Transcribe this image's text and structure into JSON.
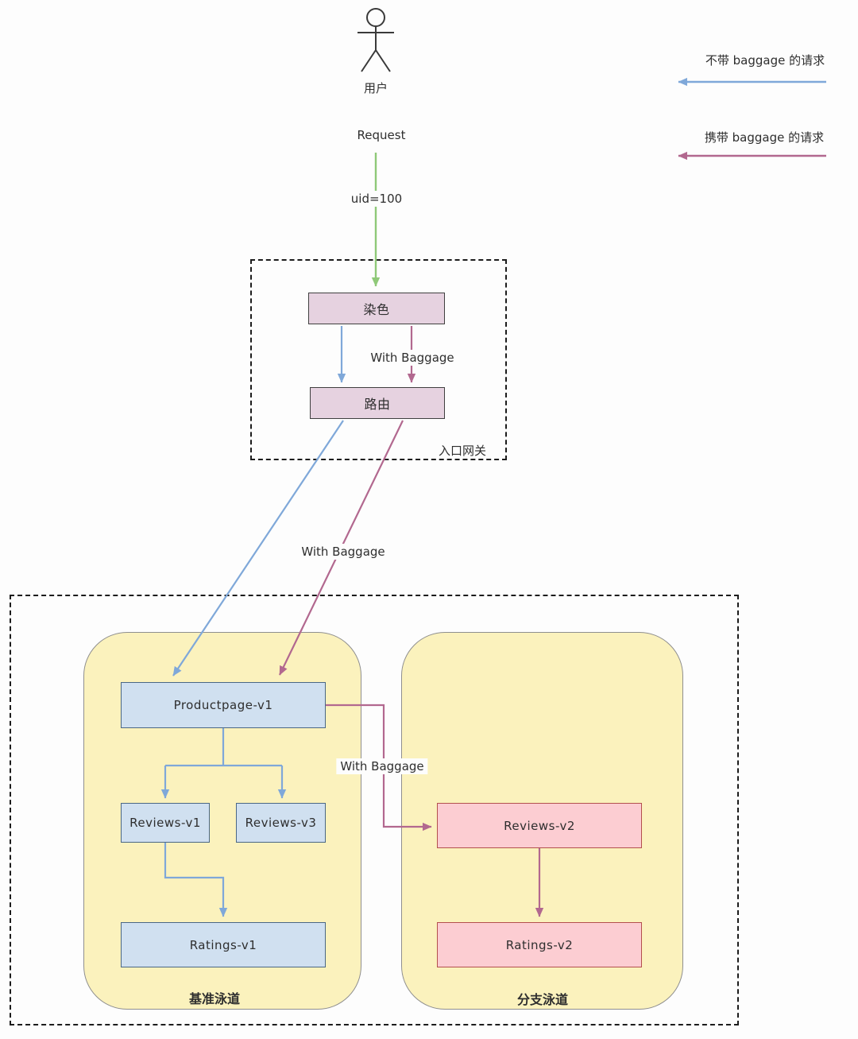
{
  "actor": {
    "label": "用户"
  },
  "request": {
    "label": "Request",
    "param": "uid=100"
  },
  "legend": {
    "no_baggage_label": "不带 baggage 的请求",
    "with_baggage_label": "携带 baggage 的请求"
  },
  "gateway": {
    "title": "入口网关",
    "dye_label": "染色",
    "route_label": "路由",
    "with_baggage": "With Baggage"
  },
  "edges": {
    "route_to_productpage_label": "With Baggage",
    "productpage_to_reviews_v2_label": "With Baggage"
  },
  "baseline_lane": {
    "title": "基准泳道",
    "productpage": "Productpage-v1",
    "reviews_v1": "Reviews-v1",
    "reviews_v3": "Reviews-v3",
    "ratings_v1": "Ratings-v1"
  },
  "branch_lane": {
    "title": "分支泳道",
    "reviews_v2": "Reviews-v2",
    "ratings_v2": "Ratings-v2"
  },
  "colors": {
    "no_baggage_arrow": "#7fa8d9",
    "with_baggage_arrow": "#b2688f",
    "request_arrow": "#8fc978",
    "gateway_node_fill": "#e6d2e0",
    "baseline_node_fill": "#d0e0f0",
    "branch_node_fill": "#fccdd2",
    "lane_fill": "#fbf2bd"
  }
}
